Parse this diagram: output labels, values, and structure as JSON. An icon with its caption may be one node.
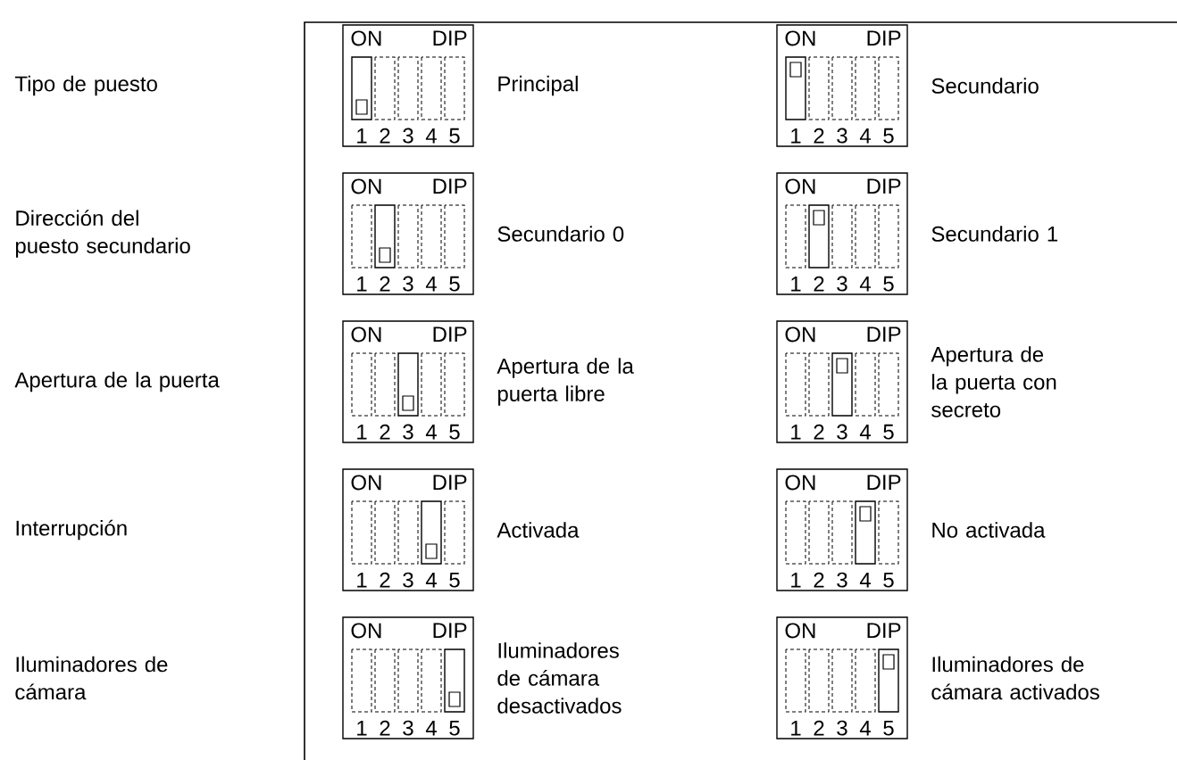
{
  "diagram": {
    "nodes": [
      {
        "text": [
          "ON",
          "DIP",
          "1",
          "2",
          "3",
          "4",
          "5"
        ],
        "beside": [
          "Principal"
        ]
      },
      {
        "text": [
          "ON",
          "DIP",
          "1",
          "2",
          "3",
          "4",
          "5"
        ],
        "beside": [
          "Secundario"
        ]
      },
      {
        "text": [
          "ON",
          "DIP",
          "1",
          "2",
          "3",
          "4",
          "5"
        ],
        "beside": [
          "Secundario 0"
        ]
      },
      {
        "text": [
          "ON",
          "DIP",
          "1",
          "2",
          "3",
          "4",
          "5"
        ],
        "beside": [
          "Secundario 1"
        ]
      },
      {
        "text": [
          "ON",
          "DIP",
          "1",
          "2",
          "3",
          "4",
          "5"
        ],
        "beside": [
          "Apertura de la puerta libre"
        ]
      },
      {
        "text": [
          "ON",
          "DIP",
          "1",
          "2",
          "3",
          "4",
          "5"
        ],
        "beside": [
          "Apertura de la puerta con secreto"
        ]
      },
      {
        "text": [
          "ON",
          "DIP",
          "1",
          "2",
          "3",
          "4",
          "5"
        ],
        "beside": [
          "Activada"
        ]
      },
      {
        "text": [
          "ON",
          "DIP",
          "1",
          "2",
          "3",
          "4",
          "5"
        ],
        "beside": [
          "No activada"
        ]
      },
      {
        "text": [
          "ON",
          "DIP",
          "1",
          "2",
          "3",
          "4",
          "5"
        ],
        "beside": [
          "Iluminadores de cámara desactivados"
        ]
      },
      {
        "text": [
          "ON",
          "DIP",
          "1",
          "2",
          "3",
          "4",
          "5"
        ],
        "beside": [
          "Iluminadores de cámara activados"
        ]
      }
    ],
    "labels": [
      "Tipo de puesto",
      "Dirección del puesto secundario",
      "Apertura de la puerta",
      "Interrupción",
      "Iluminadores de cámara"
    ]
  }
}
